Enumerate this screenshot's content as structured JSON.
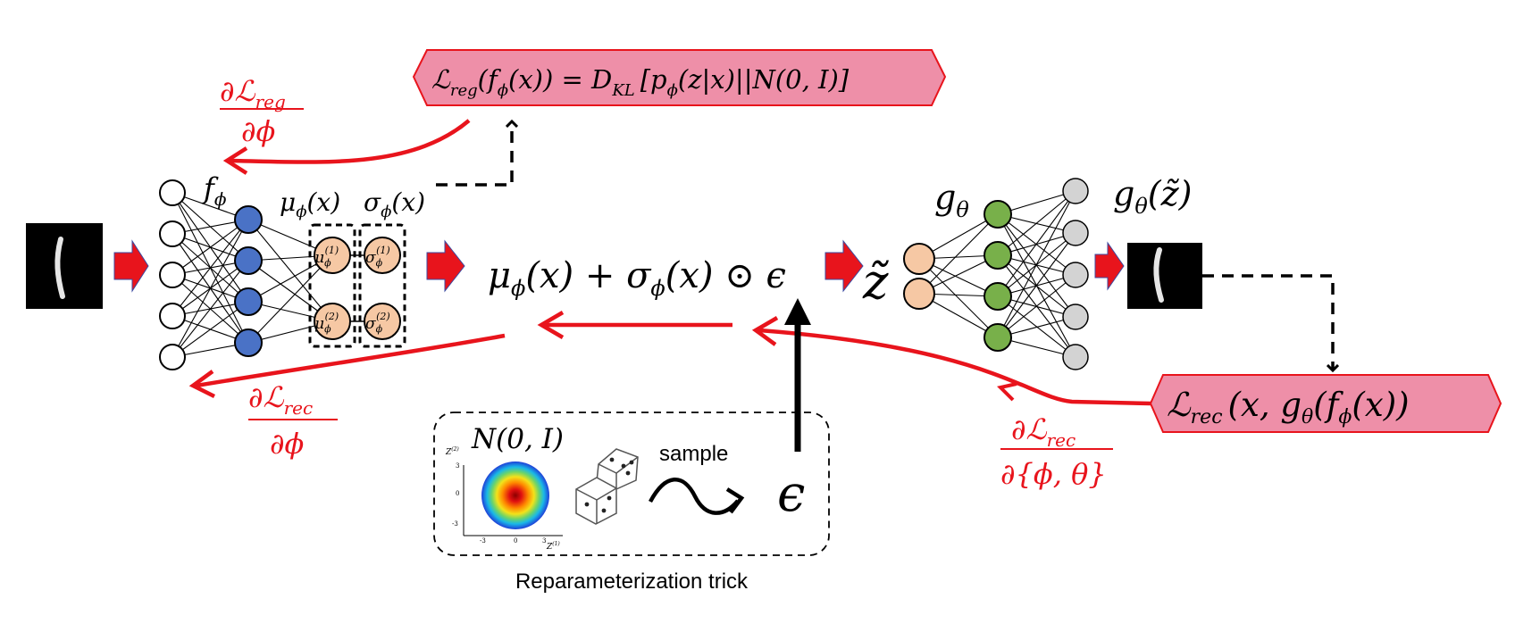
{
  "colors": {
    "red": "#e8141c",
    "loss_box_fill": "#ee8fa8",
    "loss_box_stroke": "#e8141c",
    "encoder_node": "#4a72c6",
    "latent_node": "#f6c8a4",
    "decoder_hidden": "#78b04a",
    "output_node": "#d3d3d3"
  },
  "encoder": {
    "label_f": "f",
    "label_f_sub": "ϕ",
    "mu_label": "μ",
    "mu_sub": "ϕ",
    "mu_arg": "(x)",
    "sigma_label": "σ",
    "sigma_sub": "ϕ",
    "sigma_arg": "(x)",
    "mu_node_1": "μ",
    "mu_node_1_sub": "ϕ",
    "mu_node_1_sup": "(1)",
    "mu_node_2": "μ",
    "mu_node_2_sub": "ϕ",
    "mu_node_2_sup": "(2)",
    "sigma_node_1": "σ",
    "sigma_node_1_sub": "ϕ",
    "sigma_node_1_sup": "(1)",
    "sigma_node_2": "σ",
    "sigma_node_2_sub": "ϕ",
    "sigma_node_2_sup": "(2)"
  },
  "middle": {
    "formula_mu": "μ",
    "formula_mu_sub": "ϕ",
    "formula_mid": "(x) + σ",
    "formula_sigma_sub": "ϕ",
    "formula_end": "(x) ⊙ ϵ"
  },
  "decoder": {
    "z_tilde": "z̃",
    "label_g": "g",
    "label_g_sub": "θ",
    "out_g": "g",
    "out_g_sub": "θ",
    "out_arg": "(z̃)"
  },
  "losses": {
    "reg_L": "ℒ",
    "reg_L_sub": "reg",
    "reg_mid": "(f",
    "reg_mid_sub": "ϕ",
    "reg_eq": "(x)) = D",
    "reg_D_sub": "KL",
    "reg_rhs": "[p",
    "reg_p_sub": "ϕ",
    "reg_tail": "(z|x)||N(0, I)]",
    "rec_L": "ℒ",
    "rec_L_sub": "rec",
    "rec_body": "(x, g",
    "rec_g_sub": "θ",
    "rec_f": "(f",
    "rec_f_sub": "ϕ",
    "rec_tail": "(x))"
  },
  "gradients": {
    "reg_num": "∂ℒ",
    "reg_num_sub": "reg",
    "reg_den": "∂ϕ",
    "rec_num": "∂ℒ",
    "rec_num_sub": "rec",
    "rec_den": "∂ϕ",
    "rec2_num": "∂ℒ",
    "rec2_num_sub": "rec",
    "rec2_den": "∂{ϕ, θ}"
  },
  "reparam": {
    "dist_label": "N(0, I)",
    "axis_y_label": "Z",
    "axis_y_sup": "(2)",
    "axis_x_label": "Z",
    "axis_x_sup": "(1)",
    "y_tick_top": "3",
    "y_tick_mid": "0",
    "y_tick_bot": "-3",
    "x_tick_left": "-3",
    "x_tick_mid": "0",
    "x_tick_right": "3",
    "sample_label": "sample",
    "epsilon": "ϵ",
    "caption": "Reparameterization trick"
  }
}
